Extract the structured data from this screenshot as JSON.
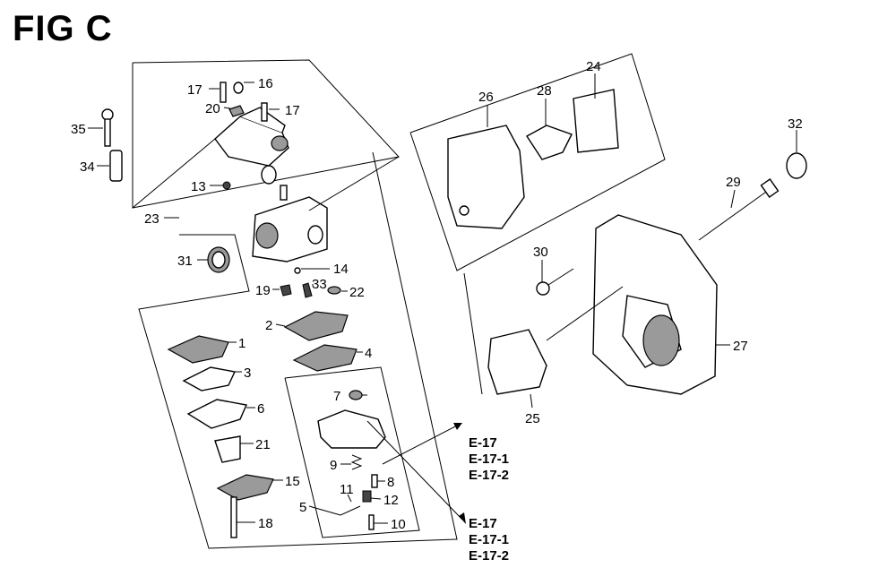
{
  "figure": {
    "title": "FIG C"
  },
  "callouts": [
    {
      "id": "c17a",
      "text": "17"
    },
    {
      "id": "c16",
      "text": "16"
    },
    {
      "id": "c20",
      "text": "20"
    },
    {
      "id": "c17b",
      "text": "17"
    },
    {
      "id": "c35",
      "text": "35"
    },
    {
      "id": "c34",
      "text": "34"
    },
    {
      "id": "c13",
      "text": "13"
    },
    {
      "id": "c23",
      "text": "23"
    },
    {
      "id": "c31",
      "text": "31"
    },
    {
      "id": "c14",
      "text": "14"
    },
    {
      "id": "c19",
      "text": "19"
    },
    {
      "id": "c33",
      "text": "33"
    },
    {
      "id": "c22",
      "text": "22"
    },
    {
      "id": "c2",
      "text": "2"
    },
    {
      "id": "c1",
      "text": "1"
    },
    {
      "id": "c4",
      "text": "4"
    },
    {
      "id": "c3",
      "text": "3"
    },
    {
      "id": "c7",
      "text": "7"
    },
    {
      "id": "c6",
      "text": "6"
    },
    {
      "id": "c21",
      "text": "21"
    },
    {
      "id": "c9",
      "text": "9"
    },
    {
      "id": "c8",
      "text": "8"
    },
    {
      "id": "c15",
      "text": "15"
    },
    {
      "id": "c11",
      "text": "11"
    },
    {
      "id": "c12",
      "text": "12"
    },
    {
      "id": "c5",
      "text": "5"
    },
    {
      "id": "c18",
      "text": "18"
    },
    {
      "id": "c10",
      "text": "10"
    },
    {
      "id": "c24",
      "text": "24"
    },
    {
      "id": "c26",
      "text": "26"
    },
    {
      "id": "c28",
      "text": "28"
    },
    {
      "id": "c32",
      "text": "32"
    },
    {
      "id": "c29",
      "text": "29"
    },
    {
      "id": "c30",
      "text": "30"
    },
    {
      "id": "c27",
      "text": "27"
    },
    {
      "id": "c25",
      "text": "25"
    }
  ],
  "references": [
    {
      "id": "r1a",
      "text": "E-17"
    },
    {
      "id": "r1b",
      "text": "E-17-1"
    },
    {
      "id": "r1c",
      "text": "E-17-2"
    },
    {
      "id": "r2a",
      "text": "E-17"
    },
    {
      "id": "r2b",
      "text": "E-17-1"
    },
    {
      "id": "r2c",
      "text": "E-17-2"
    }
  ]
}
